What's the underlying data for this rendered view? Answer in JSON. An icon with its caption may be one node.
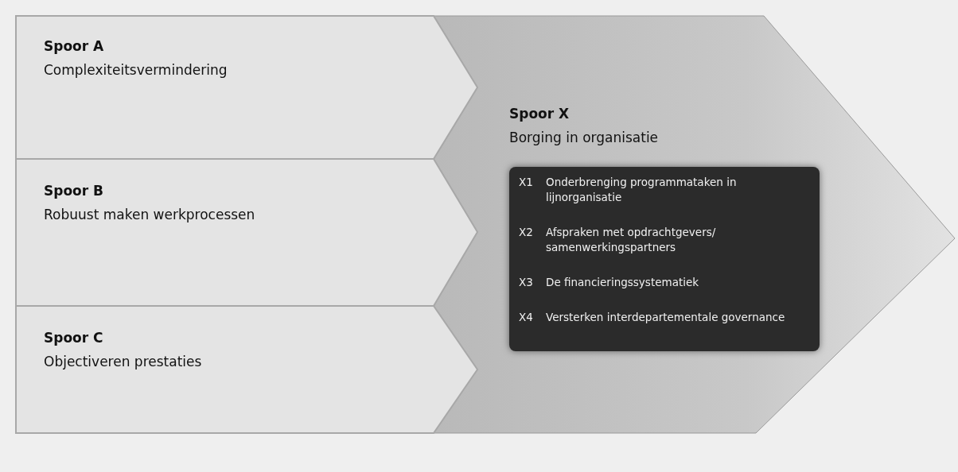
{
  "diagram": {
    "nodes": [
      {
        "text": [
          "Spoor A",
          "Complexiteitsvermindering"
        ]
      },
      {
        "text": [
          "Spoor B",
          "Robuust maken werkprocessen"
        ]
      },
      {
        "text": [
          "Spoor C",
          "Objectiveren prestaties"
        ]
      },
      {
        "text": [
          "Spoor X",
          "Borging in organisatie"
        ]
      },
      {
        "text": [
          "X1",
          "Onderbrenging programmataken in lijnorganisatie",
          "X2",
          "Afspraken met opdrachtgevers/ samenwerkingspartners",
          "X3",
          "De financieringssystematiek",
          "X4",
          "Versterken interdepartementale governance"
        ],
        "in": 3
      }
    ]
  }
}
